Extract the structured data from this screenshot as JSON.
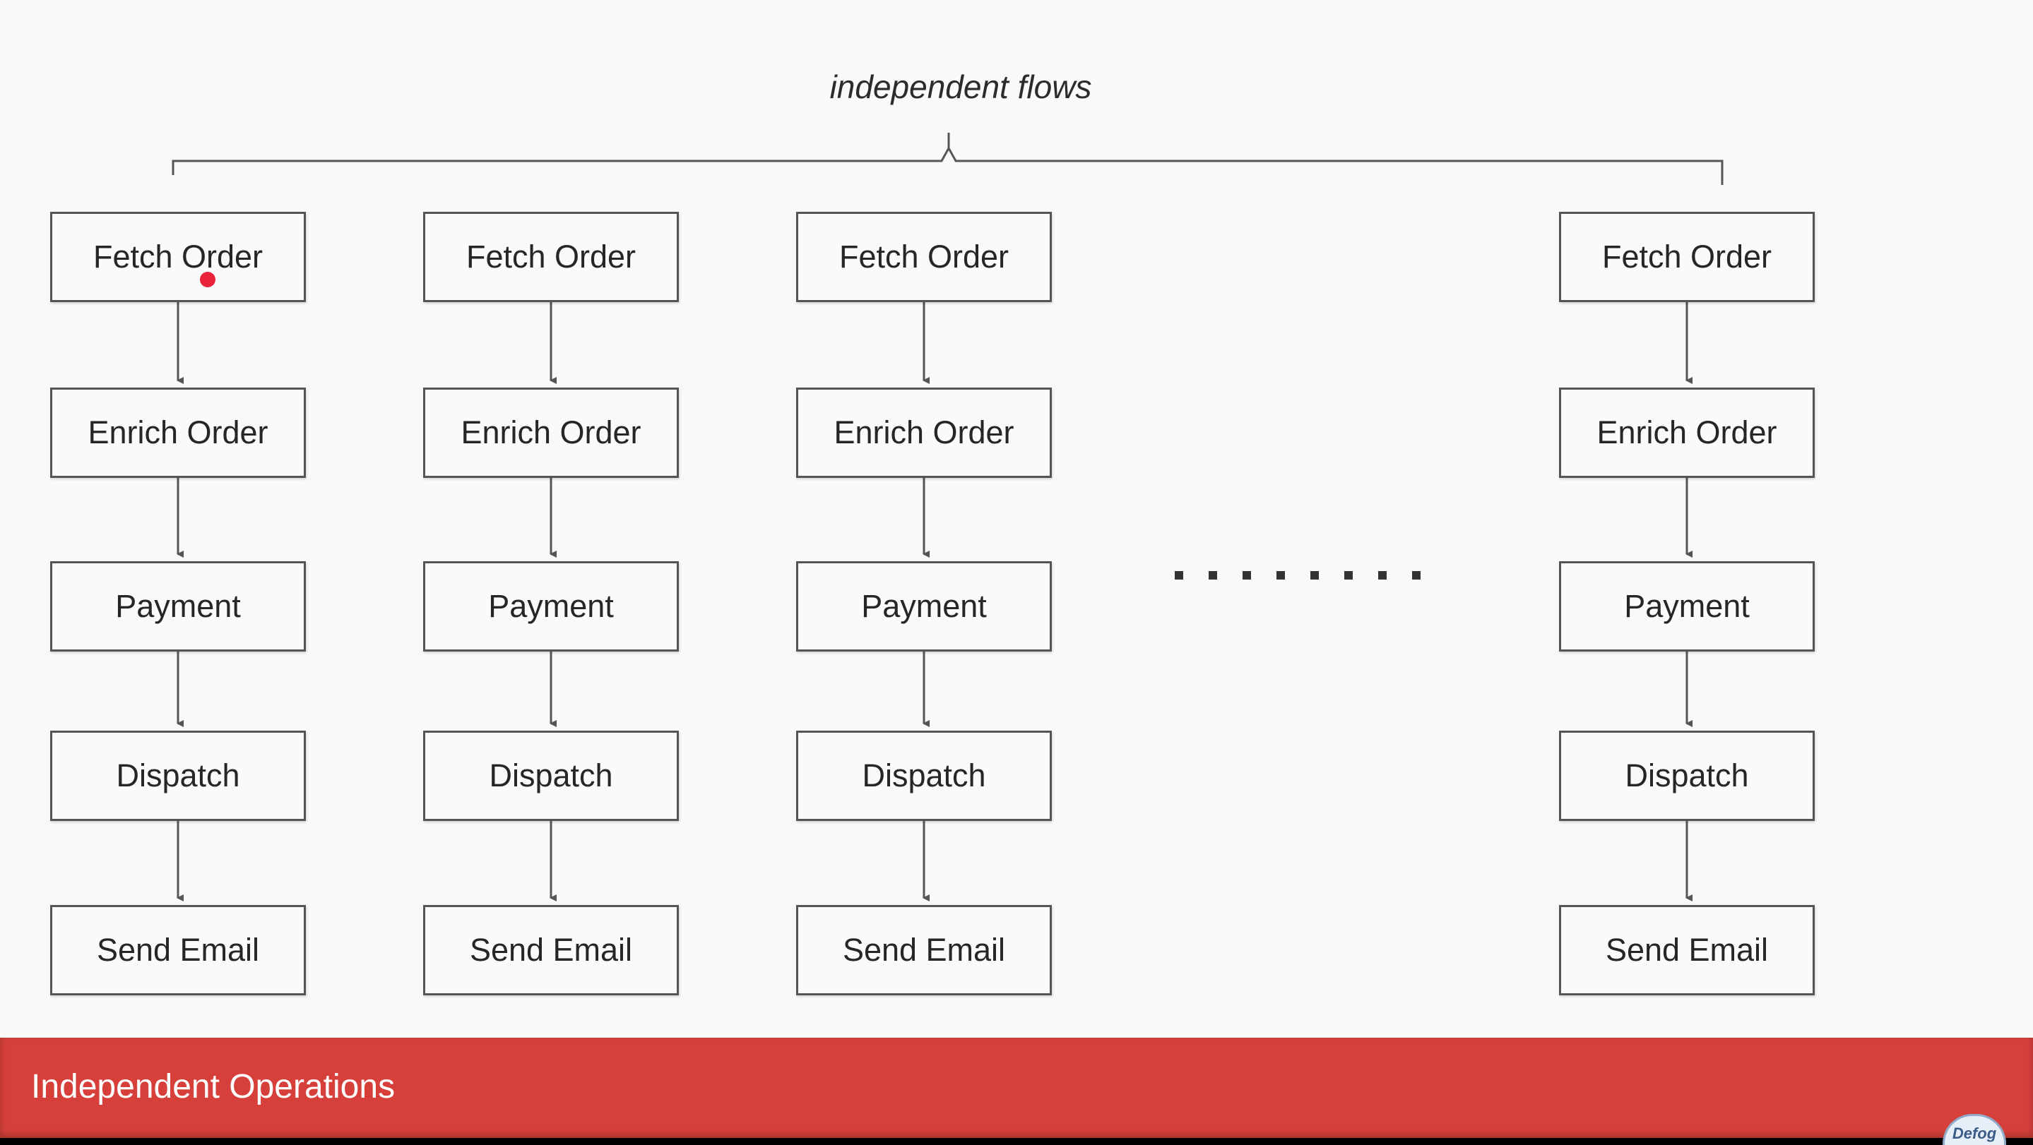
{
  "diagram": {
    "top_label": "independent flows",
    "columns": [
      {
        "steps": [
          "Fetch Order",
          "Enrich Order",
          "Payment",
          "Dispatch",
          "Send Email"
        ]
      },
      {
        "steps": [
          "Fetch Order",
          "Enrich Order",
          "Payment",
          "Dispatch",
          "Send Email"
        ]
      },
      {
        "steps": [
          "Fetch Order",
          "Enrich Order",
          "Payment",
          "Dispatch",
          "Send Email"
        ]
      },
      {
        "steps": [
          "Fetch Order",
          "Enrich Order",
          "Payment",
          "Dispatch",
          "Send Email"
        ]
      }
    ],
    "ellipsis_icon": "horizontal-dots"
  },
  "footer": {
    "title": "Independent Operations",
    "accent_color": "#d7403a"
  },
  "logo": {
    "text": "Defog"
  }
}
